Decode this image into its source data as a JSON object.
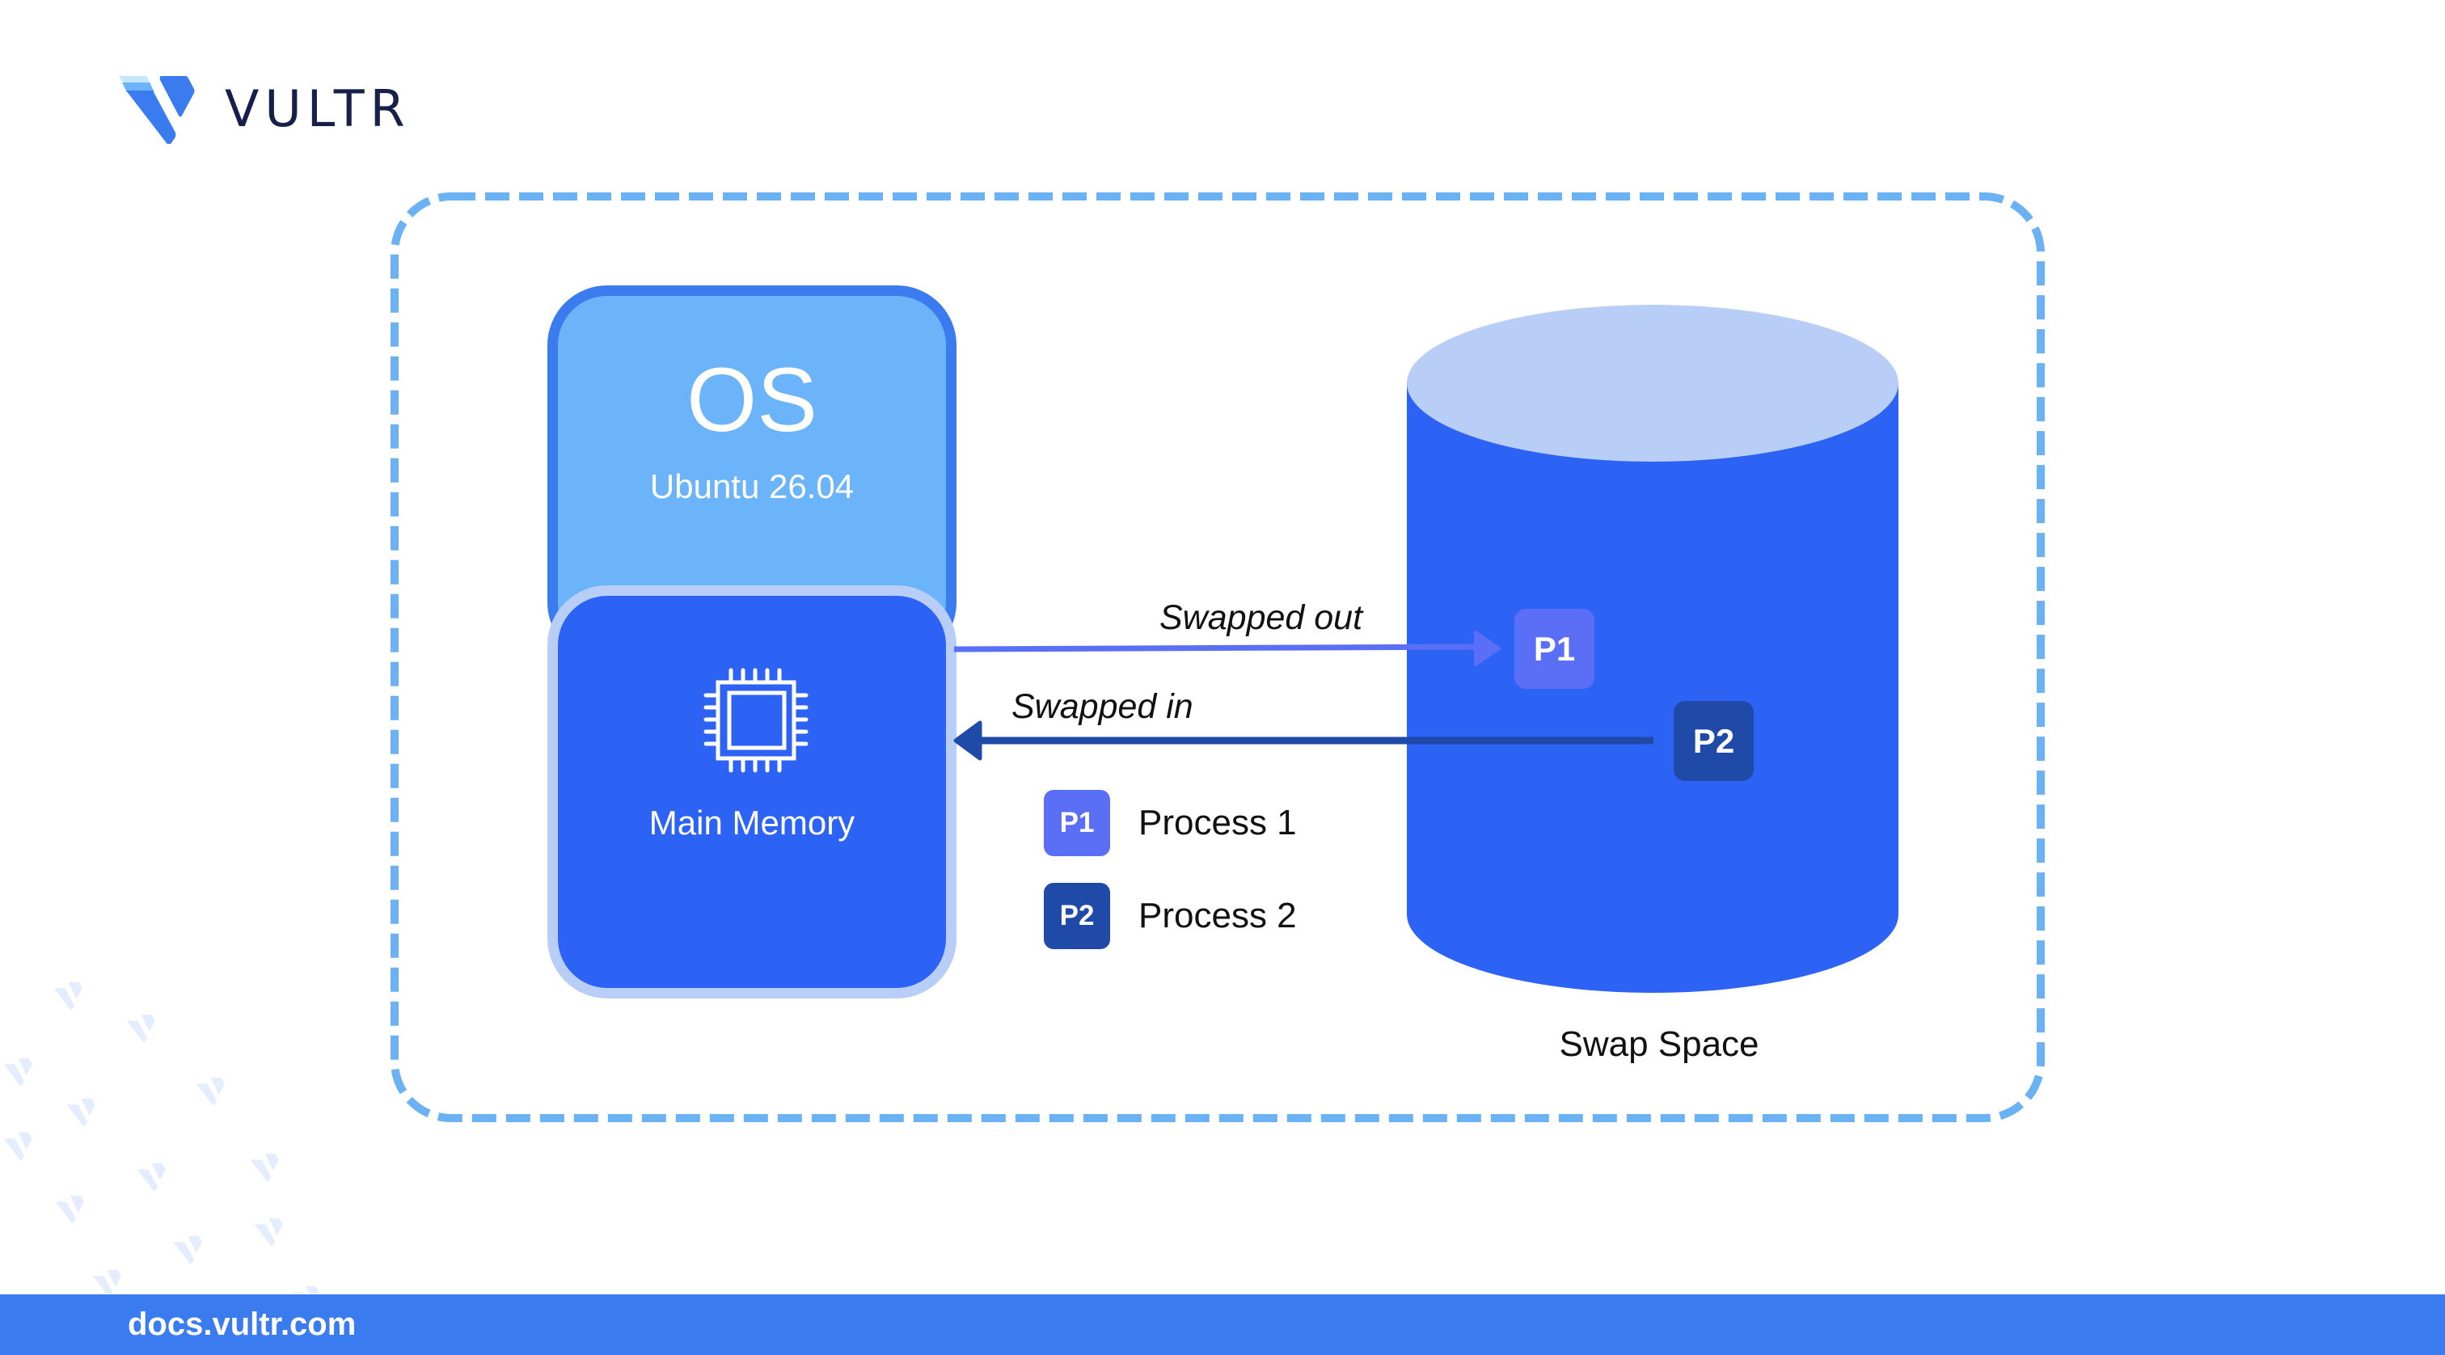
{
  "brand": {
    "name": "VULTR",
    "logo_icon": "vultr-logo-icon",
    "colors": {
      "logo_dark": "#3A7CF0",
      "logo_mid": "#6CB4FA",
      "logo_light": "#C8E6FC",
      "text": "#16204A"
    }
  },
  "diagram": {
    "os": {
      "title": "OS",
      "subtitle": "Ubuntu 26.04"
    },
    "main_memory": {
      "label": "Main Memory",
      "icon": "cpu-chip-icon"
    },
    "swap": {
      "label": "Swap Space"
    },
    "arrows": [
      {
        "label": "Swapped out",
        "direction": "memory-to-swap",
        "process": "P1"
      },
      {
        "label": "Swapped in",
        "direction": "swap-to-memory",
        "process": "P2"
      }
    ],
    "processes": [
      {
        "id": "P1",
        "name": "Process 1",
        "color": "#5A6FF5"
      },
      {
        "id": "P2",
        "name": "Process 2",
        "color": "#1F4AA8"
      }
    ],
    "colors": {
      "frame_dash": "#6BB2F5",
      "os_fill": "#6CB4FA",
      "os_border": "#3A7CF0",
      "memory_fill": "#2D63F4",
      "memory_border": "#B8CEF7",
      "cylinder_body": "#2D63F4",
      "cylinder_top": "#B8CEF7"
    }
  },
  "footer": {
    "url": "docs.vultr.com",
    "color": "#3A7CF0"
  }
}
